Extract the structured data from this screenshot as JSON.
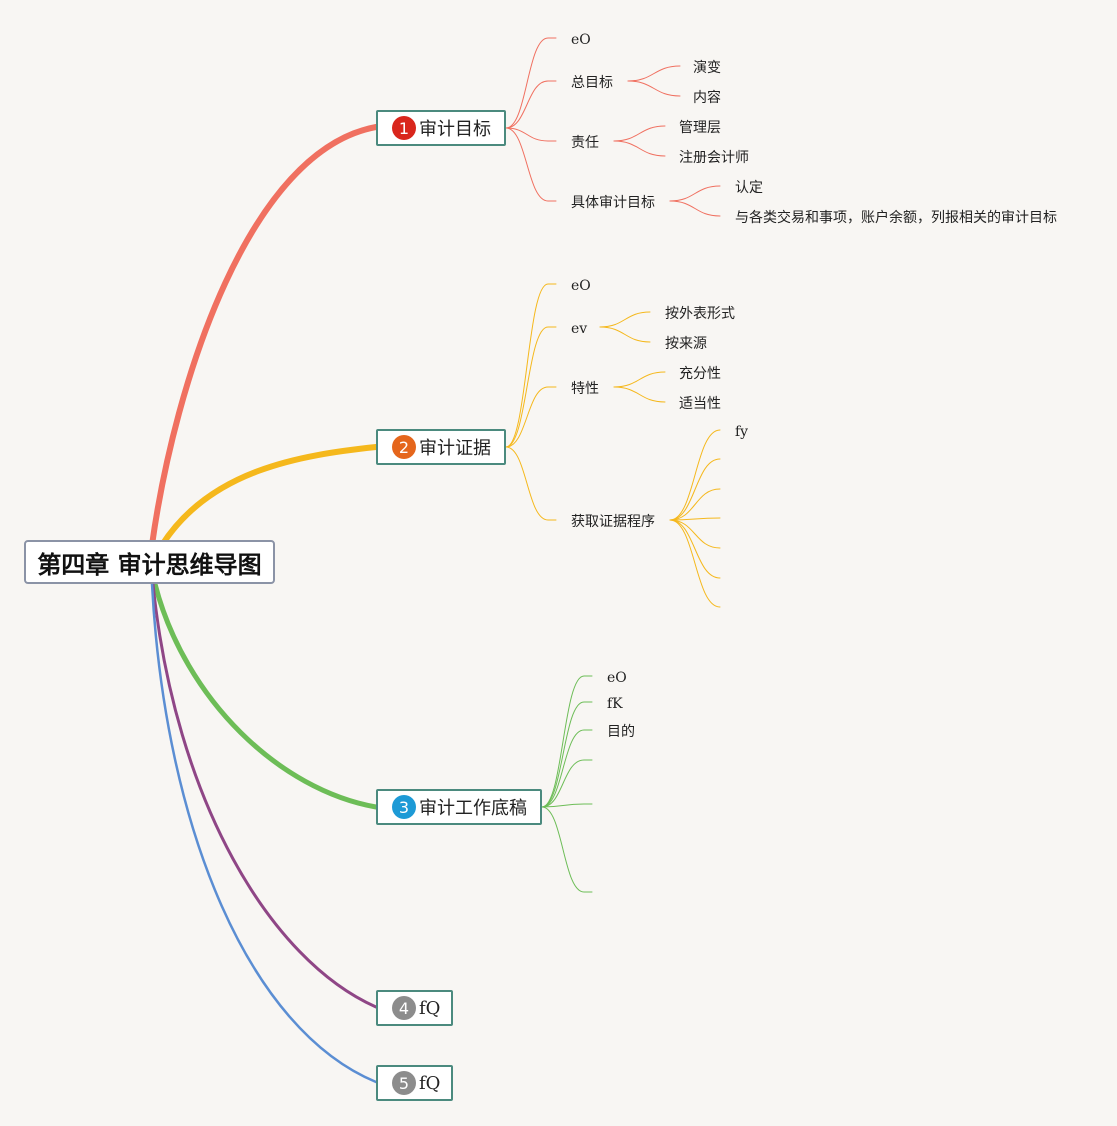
{
  "root": {
    "title": "第四章 审计思维导图"
  },
  "branches": [
    {
      "num": "1",
      "label": "审计目标",
      "color": "#f07060",
      "badge": "#d9261c",
      "children": [
        {
          "label": "eO",
          "children": []
        },
        {
          "label": "总目标",
          "children": [
            "演变",
            "内容"
          ]
        },
        {
          "label": "责任",
          "children": [
            "管理层",
            "注册会计师"
          ]
        },
        {
          "label": "具体审计目标",
          "children": [
            "认定",
            "与各类交易和事项，账户余额，列报相关的审计目标"
          ]
        }
      ]
    },
    {
      "num": "2",
      "label": "审计证据",
      "color": "#f5b81c",
      "badge": "#e5661c",
      "children": [
        {
          "label": "eO",
          "children": []
        },
        {
          "label": "ev",
          "children": [
            "按外表形式",
            "按来源"
          ]
        },
        {
          "label": "特性",
          "children": [
            "充分性",
            "适当性"
          ]
        },
        {
          "label": "获取证据程序",
          "children": [
            "fy",
            "",
            "",
            "",
            "",
            "",
            ""
          ]
        }
      ]
    },
    {
      "num": "3",
      "label": "审计工作底稿",
      "color": "#6dbd57",
      "badge": "#1d9ad6",
      "children": [
        {
          "label": "eO",
          "children": []
        },
        {
          "label": "fK",
          "children": []
        },
        {
          "label": "目的",
          "children": []
        },
        {
          "label": "",
          "children": []
        },
        {
          "label": "",
          "children": []
        },
        {
          "label": "",
          "children": []
        }
      ]
    },
    {
      "num": "4",
      "label": "fQ",
      "color": "#8f4686",
      "badge": "#8c8c8c",
      "children": []
    },
    {
      "num": "5",
      "label": "fQ",
      "color": "#5b8ed3",
      "badge": "#8c8c8c",
      "children": []
    }
  ]
}
